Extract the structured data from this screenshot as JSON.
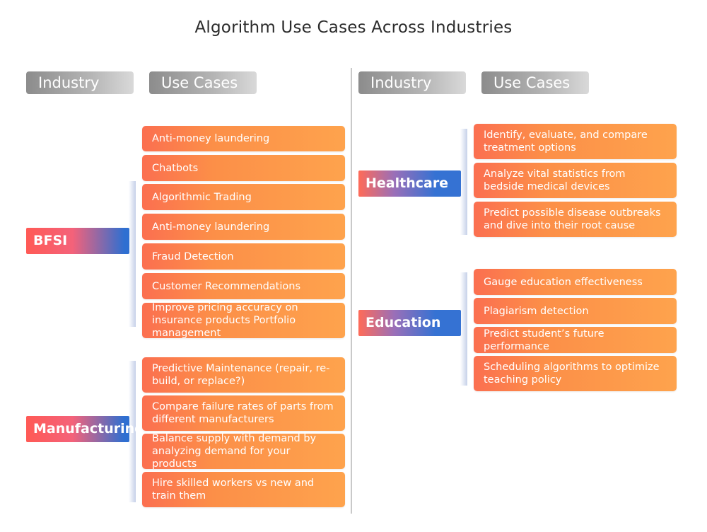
{
  "title": "Algorithm Use Cases Across Industries",
  "headers": {
    "industry": "Industry",
    "use_cases": "Use Cases"
  },
  "industries": {
    "bfsi": {
      "name": "BFSI",
      "cases": [
        "Anti-money laundering",
        "Chatbots",
        "Algorithmic Trading",
        "Anti-money laundering",
        "Fraud Detection",
        "Customer Recommendations",
        "Improve pricing accuracy on insurance products Portfolio management"
      ]
    },
    "manufacturing": {
      "name": "Manufacturing",
      "cases": [
        "Predictive Maintenance (repair, re-build, or replace?)",
        "Compare failure rates of parts from different manufacturers",
        "Balance supply with demand by analyzing demand for your products",
        "Hire skilled workers vs new and train them"
      ]
    },
    "healthcare": {
      "name": "Healthcare",
      "cases": [
        "Identify, evaluate, and compare treatment options",
        "Analyze vital statistics from bedside medical devices",
        "Predict possible disease outbreaks and dive into their root cause"
      ]
    },
    "education": {
      "name": "Education",
      "cases": [
        "Gauge education effectiveness",
        "Plagiarism detection",
        "Predict student’s future performance",
        "Scheduling algorithms to optimize teaching policy"
      ]
    }
  },
  "colors": {
    "header_gray": "#a8a8a8",
    "case_orange": "#fc8f48",
    "industry_blue": "#3572d3",
    "industry_red": "#ff5a55"
  }
}
